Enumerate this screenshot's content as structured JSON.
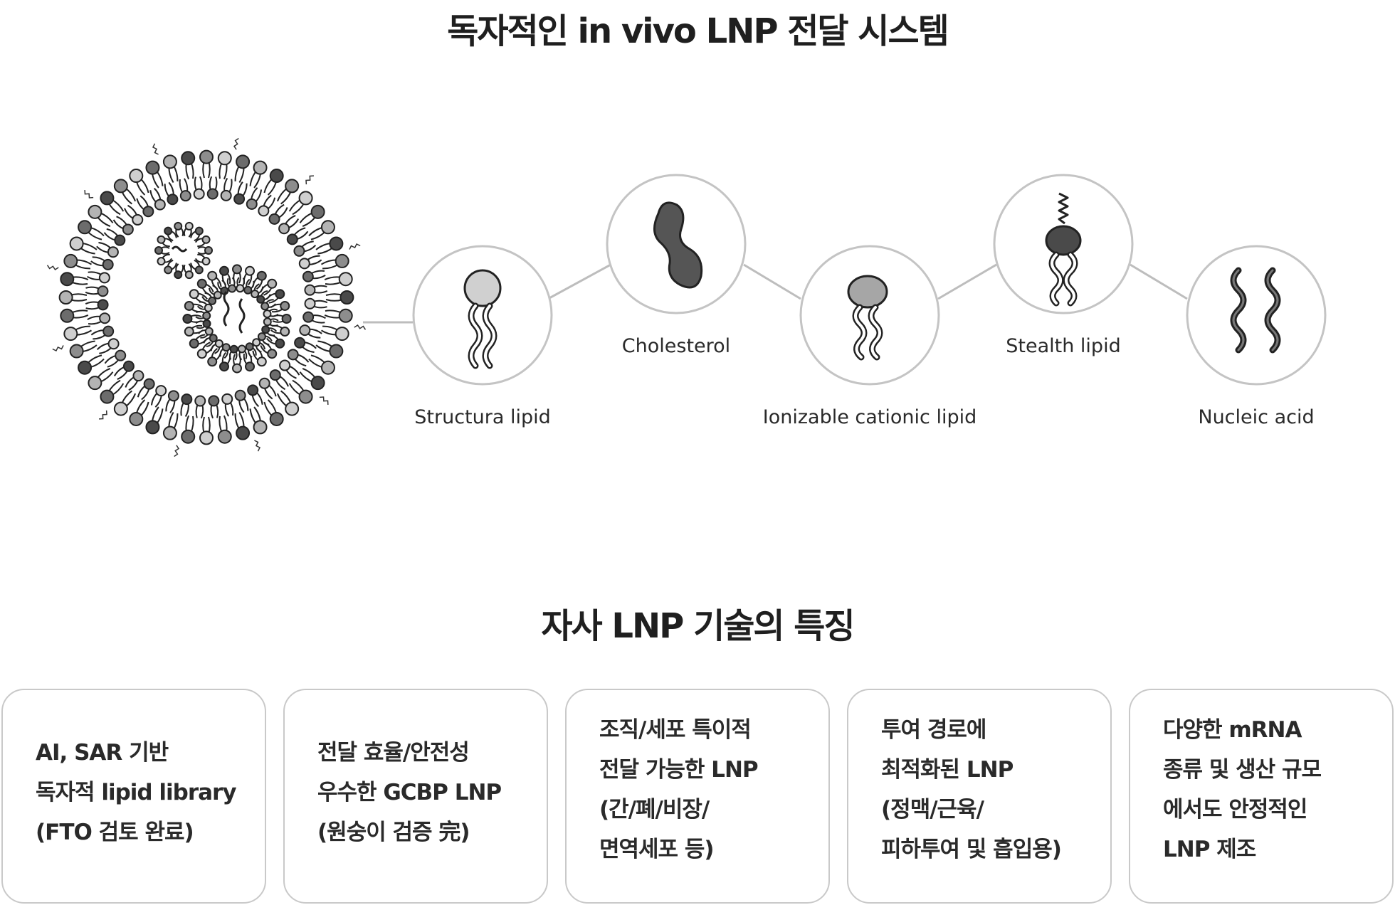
{
  "title": "독자적인 in vivo LNP 전달 시스템",
  "components": [
    {
      "label": "Structura lipid"
    },
    {
      "label": "Cholesterol"
    },
    {
      "label": "Ionizable cationic lipid"
    },
    {
      "label": "Stealth lipid"
    },
    {
      "label": "Nucleic acid"
    }
  ],
  "features_title": "자사 LNP 기술의 특징",
  "features": [
    {
      "lines": [
        "AI, SAR 기반",
        "독자적 lipid library",
        "(FTO 검토 완료)"
      ]
    },
    {
      "lines": [
        "전달 효율/안전성",
        "우수한 GCBP LNP",
        "(원숭이 검증 完)"
      ]
    },
    {
      "lines": [
        "조직/세포 특이적",
        "전달 가능한 LNP",
        "(간/폐/비장/",
        "면역세포 등)"
      ]
    },
    {
      "lines": [
        "투여 경로에",
        "최적화된 LNP",
        "(정맥/근육/",
        "피하투여 및 흡입용)"
      ]
    },
    {
      "lines": [
        "다양한 mRNA",
        "종류 및 생산 규모",
        "에서도 안정적인",
        "LNP 제조"
      ]
    }
  ],
  "colors": {
    "dark": "#4a4a4a",
    "mid": "#8d8d8d",
    "light": "#cfcfcf",
    "border": "#c9c9c9",
    "text": "#2a2a2a"
  }
}
